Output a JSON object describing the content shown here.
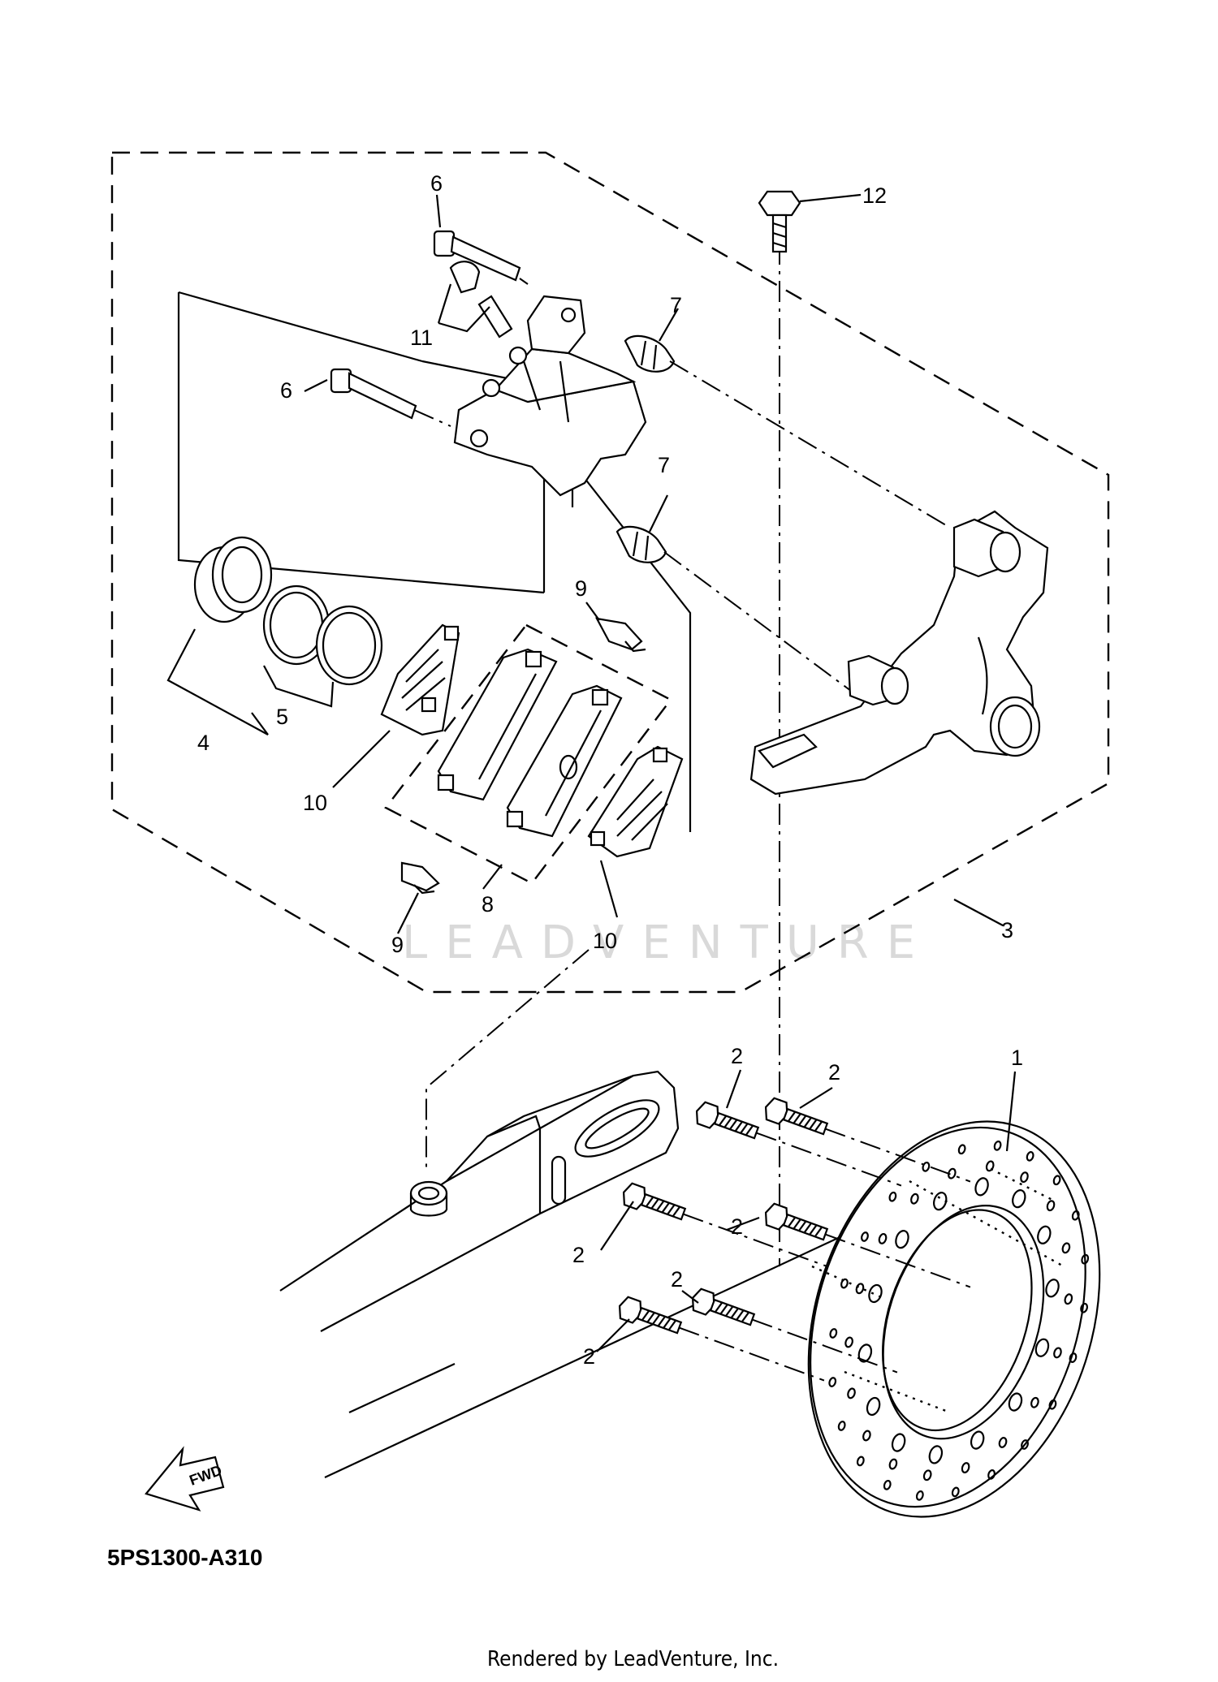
{
  "diagram": {
    "callouts": [
      {
        "id": "c1",
        "text": "1"
      },
      {
        "id": "c2a",
        "text": "2"
      },
      {
        "id": "c2b",
        "text": "2"
      },
      {
        "id": "c2c",
        "text": "2"
      },
      {
        "id": "c2d",
        "text": "2"
      },
      {
        "id": "c2e",
        "text": "2"
      },
      {
        "id": "c2f",
        "text": "2"
      },
      {
        "id": "c3",
        "text": "3"
      },
      {
        "id": "c4",
        "text": "4"
      },
      {
        "id": "c5",
        "text": "5"
      },
      {
        "id": "c6a",
        "text": "6"
      },
      {
        "id": "c6b",
        "text": "6"
      },
      {
        "id": "c7a",
        "text": "7"
      },
      {
        "id": "c7b",
        "text": "7"
      },
      {
        "id": "c8",
        "text": "8"
      },
      {
        "id": "c9a",
        "text": "9"
      },
      {
        "id": "c9b",
        "text": "9"
      },
      {
        "id": "c10a",
        "text": "10"
      },
      {
        "id": "c10b",
        "text": "10"
      },
      {
        "id": "c11",
        "text": "11"
      },
      {
        "id": "c12",
        "text": "12"
      }
    ],
    "fwd_label": "FWD",
    "diagram_code": "5PS1300-A310",
    "watermark": "LEADVENTURE",
    "footer": "Rendered by LeadVenture, Inc."
  }
}
